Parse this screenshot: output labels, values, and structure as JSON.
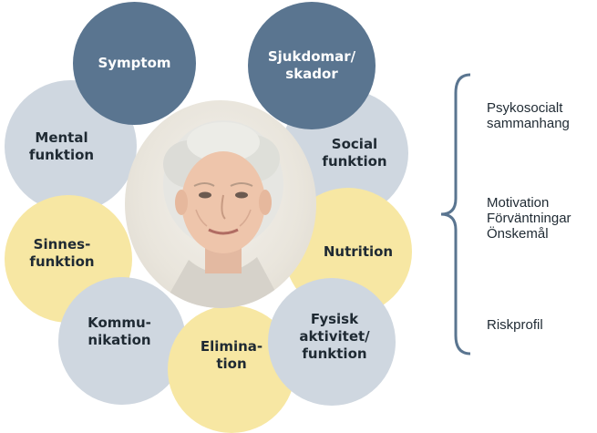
{
  "circles": {
    "symptom": "Symptom",
    "sjukdomar": "Sjukdomar/\nskador",
    "mental": "Mental\nfunktion",
    "social": "Social\nfunktion",
    "sinnes": "Sinnes-\nfunktion",
    "nutrition": "Nutrition",
    "kommunikation": "Kommu-\nnikation",
    "fysisk": "Fysisk\naktivitet/\nfunktion",
    "elimination": "Elimina-\ntion"
  },
  "side_labels": {
    "psykosocialt": "Psykosocialt\nsammanhang",
    "motivation": "Motivation\nFörväntningar\nÖnskemål",
    "riskprofil": "Riskprofil"
  },
  "colors": {
    "dark": "#5a7590",
    "grey": "#cfd7e0",
    "yellow": "#f7e7a3",
    "brace": "#5a7590"
  }
}
